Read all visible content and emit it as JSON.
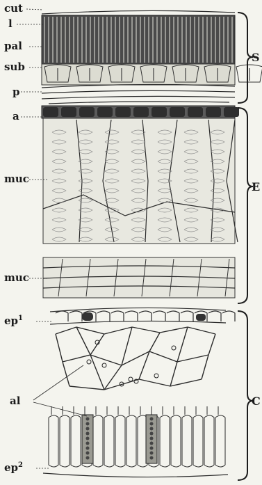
{
  "figure": {
    "background": "#f4f4ee",
    "ink_color": "#2a2a2a",
    "left_labels": {
      "cut": "cut",
      "l": "l",
      "pal": "pal",
      "sub": "sub",
      "p": "p",
      "a": "a",
      "muc_upper": "muc",
      "muc_lower": "muc",
      "ep1_base": "ep",
      "ep1_sup": "1",
      "al": "al",
      "ep2_base": "ep",
      "ep2_sup": "2"
    },
    "brace_labels": {
      "S": "S",
      "E": "E",
      "C": "C"
    }
  }
}
